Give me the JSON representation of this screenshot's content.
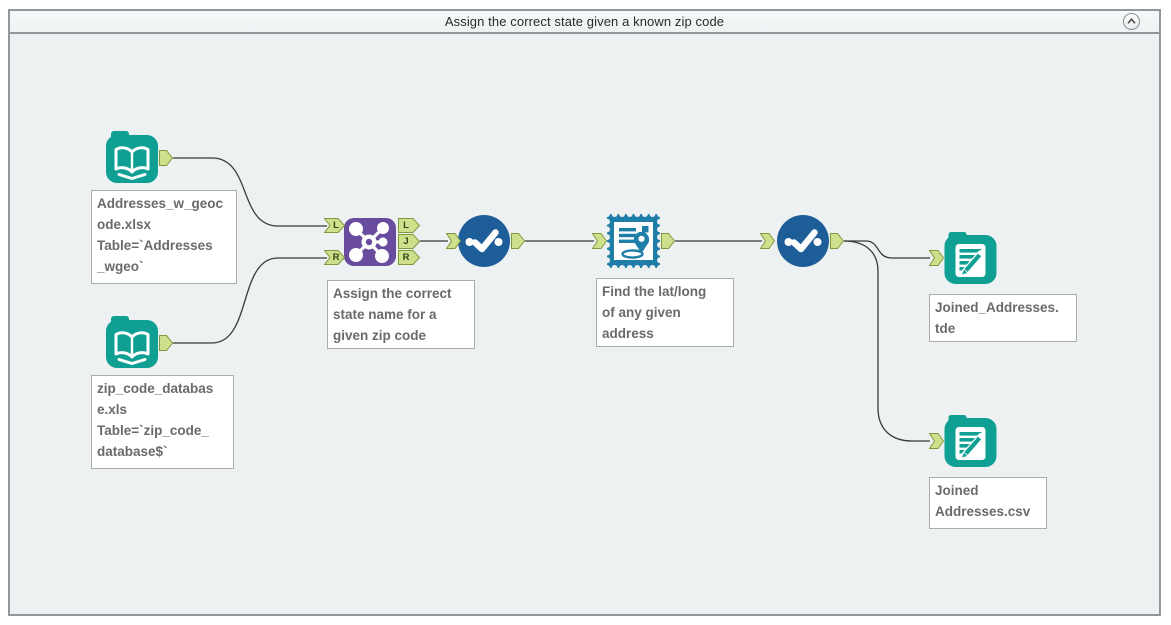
{
  "window": {
    "title": "Assign the correct state given a known zip code",
    "collapse_icon": "chevron-up"
  },
  "palette": {
    "canvas_bg": "#edf1f2",
    "tool_teal": "#0f9f93",
    "join_purple": "#6a4c9e",
    "select_blue": "#1d5e99",
    "geocoder_blue": "#1e7ea7",
    "anchor_fill": "#cfe08c",
    "anchor_stroke": "#7d9a3e",
    "wire_color": "#3a3a3a"
  },
  "nodes": {
    "input_addresses": {
      "icon": "input-data-book-icon",
      "annotation": "Addresses_w_geoc\node.xlsx\nTable=`Addresses\n_wgeo`"
    },
    "input_zipcodes": {
      "icon": "input-data-book-icon",
      "annotation": "zip_code_databas\ne.xls\nTable=`zip_code_\ndatabase$`"
    },
    "join": {
      "icon": "join-network-icon",
      "annotation": "Assign the correct\nstate name for a\ngiven zip code",
      "anchors": {
        "in_l": "L",
        "in_r": "R",
        "out_l": "L",
        "out_j": "J",
        "out_r": "R"
      }
    },
    "select_1": {
      "icon": "select-check-icon"
    },
    "geocoder": {
      "icon": "geocoder-stamp-icon",
      "annotation": "Find the lat/long\nof any given\naddress"
    },
    "select_2": {
      "icon": "select-check-icon"
    },
    "output_tde": {
      "icon": "output-data-file-icon",
      "annotation": "Joined_Addresses.\ntde"
    },
    "output_csv": {
      "icon": "output-data-file-icon",
      "annotation": "Joined\nAddresses.csv"
    }
  }
}
